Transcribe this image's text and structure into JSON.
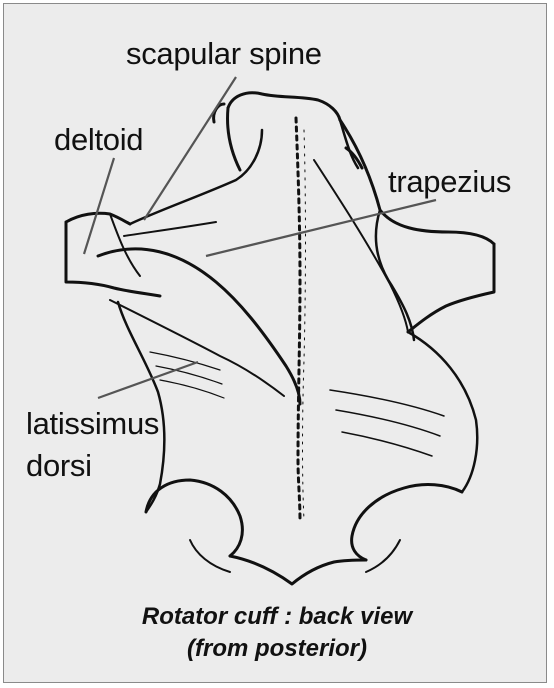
{
  "labels": {
    "scapular_spine": "scapular spine",
    "deltoid": "deltoid",
    "trapezius": "trapezius",
    "latissimus_line1": "latissimus",
    "latissimus_line2": "dorsi"
  },
  "caption": {
    "line1": "Rotator cuff : back view",
    "line2": "(from posterior)"
  },
  "colors": {
    "panel": "#ececec",
    "ink": "#111111",
    "leader": "#555555"
  }
}
